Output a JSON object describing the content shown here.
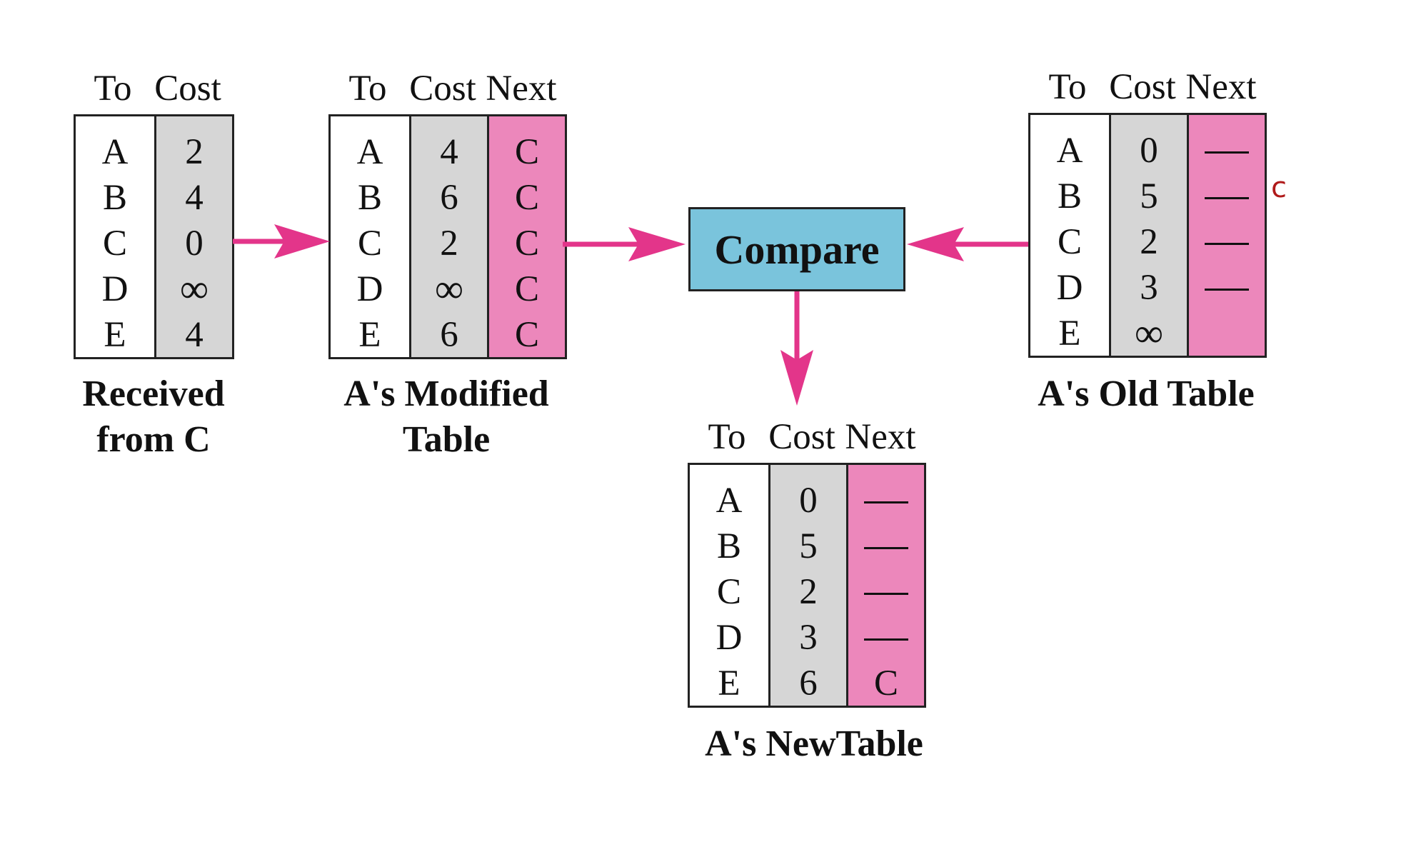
{
  "column_headers": {
    "to": "To",
    "cost": "Cost",
    "next": "Next"
  },
  "dash": "—",
  "tables": {
    "received": {
      "caption_line1": "Received",
      "caption_line2": "from C",
      "rows": [
        {
          "to": "A",
          "cost": "2"
        },
        {
          "to": "B",
          "cost": "4"
        },
        {
          "to": "C",
          "cost": "0"
        },
        {
          "to": "D",
          "cost": "∞"
        },
        {
          "to": "E",
          "cost": "4"
        }
      ]
    },
    "modified": {
      "caption_line1": "A's Modified",
      "caption_line2": "Table",
      "rows": [
        {
          "to": "A",
          "cost": "4",
          "next": "C"
        },
        {
          "to": "B",
          "cost": "6",
          "next": "C"
        },
        {
          "to": "C",
          "cost": "2",
          "next": "C"
        },
        {
          "to": "D",
          "cost": "∞",
          "next": "C"
        },
        {
          "to": "E",
          "cost": "6",
          "next": "C"
        }
      ]
    },
    "old": {
      "caption_line1": "A's Old Table",
      "rows": [
        {
          "to": "A",
          "cost": "0",
          "next": "—"
        },
        {
          "to": "B",
          "cost": "5",
          "next": "—"
        },
        {
          "to": "C",
          "cost": "2",
          "next": "—"
        },
        {
          "to": "D",
          "cost": "3",
          "next": "—"
        },
        {
          "to": "E",
          "cost": "∞",
          "next": ""
        }
      ]
    },
    "new": {
      "caption_line1": "A's NewTable",
      "rows": [
        {
          "to": "A",
          "cost": "0",
          "next": "—"
        },
        {
          "to": "B",
          "cost": "5",
          "next": "—"
        },
        {
          "to": "C",
          "cost": "2",
          "next": "—"
        },
        {
          "to": "D",
          "cost": "3",
          "next": "—"
        },
        {
          "to": "E",
          "cost": "6",
          "next": "C"
        }
      ]
    }
  },
  "compare": {
    "label": "Compare"
  },
  "annotation": "c",
  "colors": {
    "arrow": "#e3358a",
    "next_column": "#ec87bb",
    "cost_column": "#d6d6d6",
    "compare_box": "#7ac4dc"
  }
}
